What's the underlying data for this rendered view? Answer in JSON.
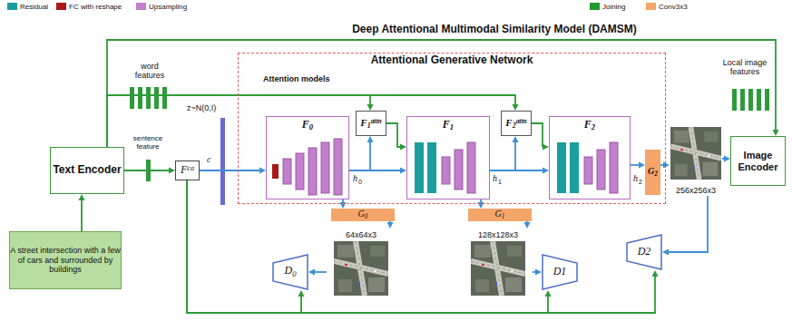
{
  "diagram": {
    "title": "Deep Attentional Multimodal Similarity Model (DAMSM)",
    "nodes": [
      {
        "text": [
          "Text Encoder"
        ]
      },
      {
        "text": [
          "A street intersection with a few of cars and surrounded by buildings"
        ]
      },
      {
        "text": [
          "F",
          "ca"
        ]
      },
      {
        "text": [
          "Attentional Generative Network"
        ]
      },
      {
        "text": [
          "F",
          "0"
        ],
        "in": 3
      },
      {
        "text": [
          "F",
          "1",
          "attn"
        ],
        "in": 3
      },
      {
        "text": [
          "F",
          "1"
        ],
        "in": 3
      },
      {
        "text": [
          "F",
          "2",
          "attn"
        ],
        "in": 3
      },
      {
        "text": [
          "F",
          "2"
        ],
        "in": 3
      },
      {
        "text": [
          "G",
          "2"
        ],
        "in": 3
      },
      {
        "text": [
          "G",
          "0"
        ]
      },
      {
        "text": [
          "G",
          "1"
        ]
      },
      {
        "text": [
          "64x64x3"
        ]
      },
      {
        "text": [
          "128x128x3"
        ]
      },
      {
        "text": [
          "256x256x3"
        ]
      },
      {
        "text": [
          "Image Encoder"
        ]
      },
      {
        "text": [
          "D",
          "0"
        ]
      },
      {
        "text": [
          "D1"
        ]
      },
      {
        "text": [
          "D2"
        ]
      }
    ],
    "edges": [
      {
        "from": 1,
        "to": 0,
        "arrow": "to"
      },
      {
        "from": 0,
        "to": 2,
        "arrow": "to"
      },
      {
        "from": 2,
        "to": 4,
        "arrow": "to"
      },
      {
        "from": 0,
        "to": 5,
        "arrow": "to"
      },
      {
        "from": 0,
        "to": 7,
        "arrow": "to"
      },
      {
        "from": 0,
        "to": 15,
        "arrow": "to"
      },
      {
        "from": 4,
        "to": 5,
        "arrow": "to"
      },
      {
        "from": 4,
        "to": 6,
        "arrow": "to"
      },
      {
        "from": 5,
        "to": 6,
        "arrow": "to"
      },
      {
        "from": 6,
        "to": 7,
        "arrow": "to"
      },
      {
        "from": 6,
        "to": 8,
        "arrow": "to"
      },
      {
        "from": 7,
        "to": 8,
        "arrow": "to"
      },
      {
        "from": 8,
        "to": 9,
        "arrow": "to"
      },
      {
        "from": 4,
        "to": 10,
        "arrow": "to"
      },
      {
        "from": 6,
        "to": 11,
        "arrow": "to"
      },
      {
        "from": 10,
        "to": 12,
        "arrow": "to"
      },
      {
        "from": 11,
        "to": 13,
        "arrow": "to"
      },
      {
        "from": 9,
        "to": 14,
        "arrow": "to"
      },
      {
        "from": 14,
        "to": 15,
        "arrow": "to"
      },
      {
        "from": 12,
        "to": 16,
        "arrow": "to"
      },
      {
        "from": 13,
        "to": 17,
        "arrow": "to"
      },
      {
        "from": 14,
        "to": 18,
        "arrow": "to"
      },
      {
        "from": 2,
        "to": 16,
        "arrow": "to"
      },
      {
        "from": 2,
        "to": 17,
        "arrow": "to"
      },
      {
        "from": 2,
        "to": 18,
        "arrow": "to"
      }
    ],
    "labels": [
      "word features",
      "sentence feature",
      "c",
      "z~N(0,I)",
      "Attention models",
      "h",
      "0",
      "h",
      "1",
      "h",
      "2",
      "Local image features"
    ],
    "legend": [
      {
        "text": "Residual",
        "color": "#1a9e9e"
      },
      {
        "text": "FC with reshape",
        "color": "#a81818"
      },
      {
        "text": "Upsampling",
        "color": "#c27fcc"
      },
      {
        "text": "Joining",
        "color": "#1f9a2e"
      },
      {
        "text": "Conv3x3",
        "color": "#f5a56a"
      }
    ]
  }
}
